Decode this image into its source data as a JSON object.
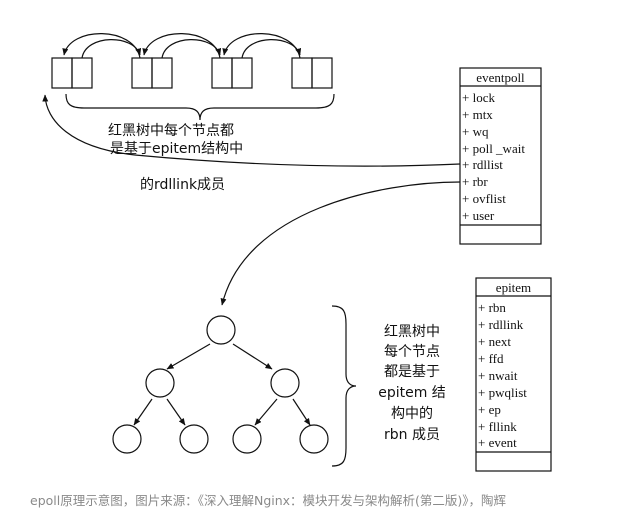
{
  "eventpoll": {
    "title": "eventpoll",
    "fields": [
      "+ lock",
      "+ mtx",
      "+ wq",
      "+ poll _wait",
      "+ rdllist",
      "+ rbr",
      "+ ovflist",
      "+ user"
    ]
  },
  "epitem": {
    "title": "epitem",
    "fields": [
      "+ rbn",
      "+ rdllink",
      "+ next",
      "+ ffd",
      "+ nwait",
      "+ pwqlist",
      "+ ep",
      "+ fllink",
      "+ event"
    ]
  },
  "labels": {
    "rdllink_note": [
      "红黑树中每个节点都",
      "是基于epitem结构中",
      "的rdllink成员"
    ],
    "rbn_note": [
      "红黑树中",
      "每个节点",
      "都是基于",
      "epitem 结",
      "构中的",
      "rbn 成员"
    ]
  },
  "caption": "epoll原理示意图，图片来源：《深入理解Nginx：模块开发与架构解析(第二版)》，陶辉"
}
